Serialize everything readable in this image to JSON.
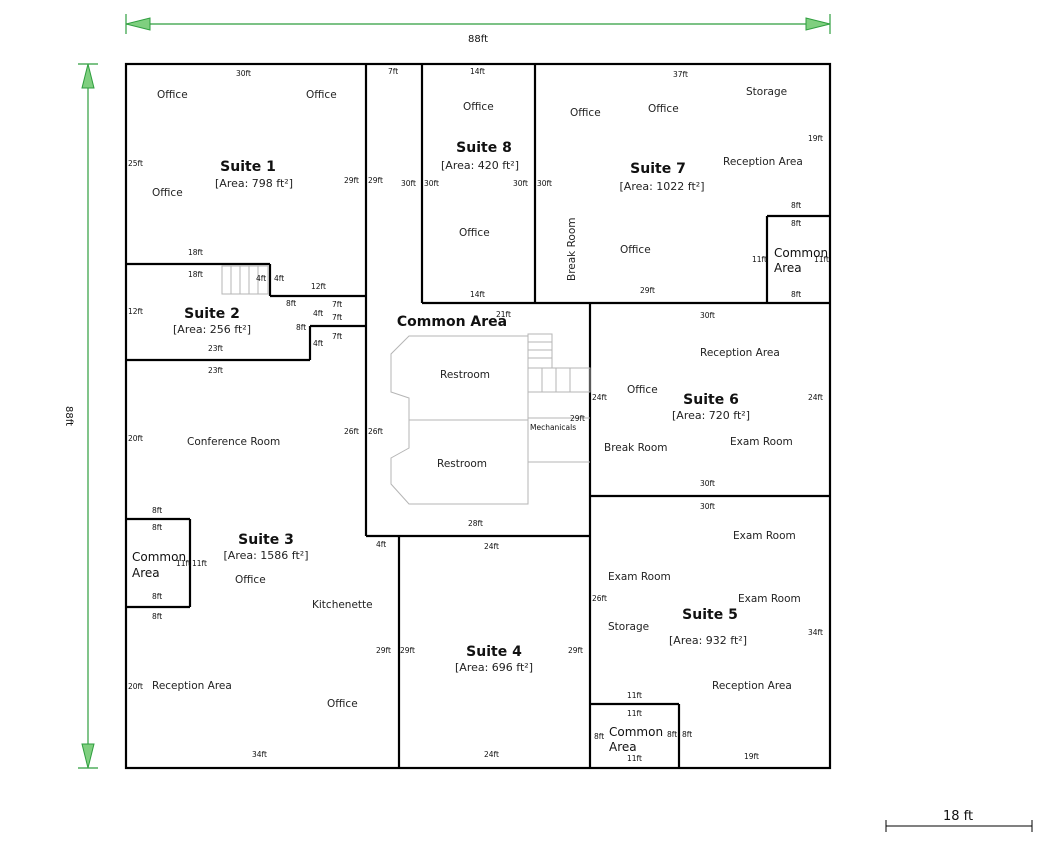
{
  "overall": {
    "width_label": "88ft",
    "height_label": "88ft"
  },
  "scale_bar": {
    "label": "18 ft"
  },
  "suites": {
    "s1": {
      "name": "Suite 1",
      "area": "[Area: 798 ft²]"
    },
    "s2": {
      "name": "Suite 2",
      "area": "[Area: 256 ft²]"
    },
    "s3": {
      "name": "Suite 3",
      "area": "[Area: 1586 ft²]"
    },
    "s4": {
      "name": "Suite 4",
      "area": "[Area: 696 ft²]"
    },
    "s5": {
      "name": "Suite 5",
      "area": "[Area: 932 ft²]"
    },
    "s6": {
      "name": "Suite 6",
      "area": "[Area: 720 ft²]"
    },
    "s7": {
      "name": "Suite 7",
      "area": "[Area: 1022 ft²]"
    },
    "s8": {
      "name": "Suite 8",
      "area": "[Area: 420 ft²]"
    }
  },
  "common_area_title": "Common Area",
  "common_small": {
    "line1": "Common",
    "line2": "Area"
  },
  "rooms": {
    "office": "Office",
    "reception": "Reception Area",
    "storage": "Storage",
    "break_room": "Break Room",
    "break_room_vertical": "Break Room",
    "exam_room": "Exam Room",
    "conference": "Conference Room",
    "kitchenette": "Kitchenette",
    "restroom": "Restroom",
    "mechanicals": "Mechanicals"
  },
  "dims": {
    "d30": "30ft",
    "d7": "7ft",
    "d14": "14ft",
    "d37": "37ft",
    "d19": "19ft",
    "d25": "25ft",
    "d29": "29ft",
    "d18": "18ft",
    "d4": "4ft",
    "d12": "12ft",
    "d8": "8ft",
    "d23": "23ft",
    "d21": "21ft",
    "d24": "24ft",
    "d26": "26ft",
    "d20": "20ft",
    "d28": "28ft",
    "d11": "11ft",
    "d34": "34ft"
  }
}
